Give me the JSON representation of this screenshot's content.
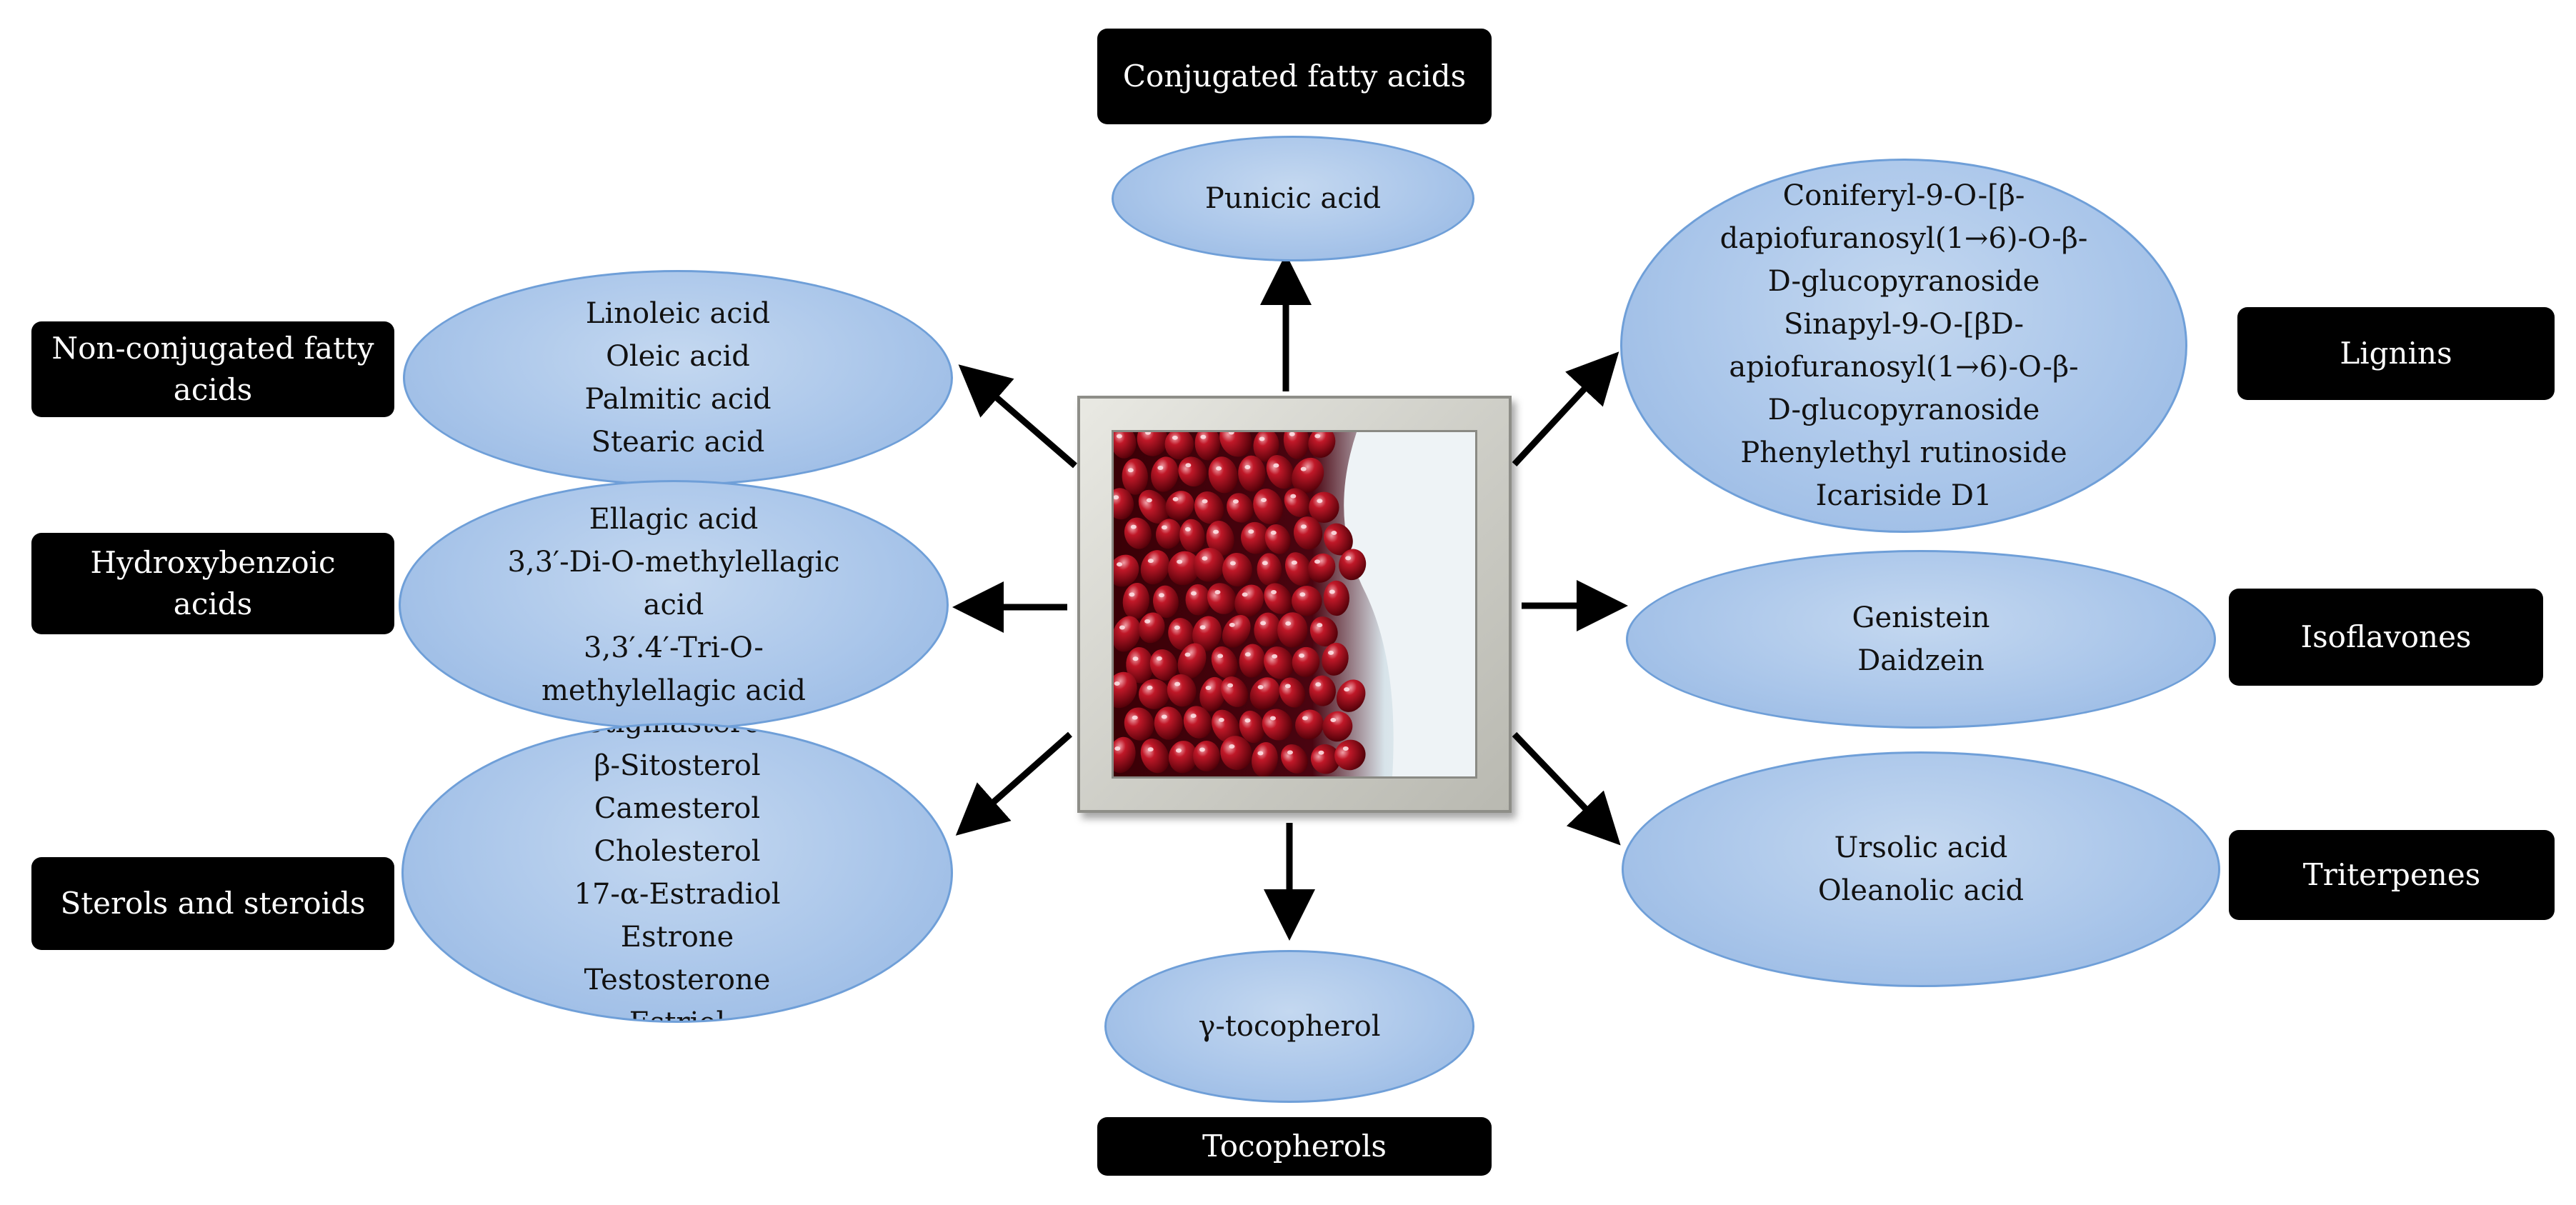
{
  "categories": {
    "conjugated": "Conjugated fatty acids",
    "nonconjugated": [
      "Non-conjugated fatty",
      "acids"
    ],
    "hydroxy": [
      "Hydroxybenzoic",
      "acids"
    ],
    "sterols": "Sterols and steroids",
    "lignins": "Lignins",
    "isoflavones": "Isoflavones",
    "triterpenes": "Triterpenes",
    "tocopherols": "Tocopherols"
  },
  "compounds": {
    "conjugated": [
      "Punicic acid"
    ],
    "nonconjugated": [
      "Linoleic acid",
      "Oleic acid",
      "Palmitic acid",
      "Stearic acid"
    ],
    "hydroxy": [
      "Ellagic acid",
      "3,3′-Di-O-methylellagic",
      "acid",
      "3,3′.4′-Tri-O-",
      "methylellagic acid"
    ],
    "sterols": [
      "Stigmasterol",
      "β-Sitosterol",
      "Camesterol",
      "Cholesterol",
      "17-α-Estradiol",
      "Estrone",
      "Testosterone",
      "Estriol"
    ],
    "lignins": [
      "Coniferyl-9-O-[β-",
      "dapiofuranosyl(1→6)-O-β-",
      "D-glucopyranoside",
      "Sinapyl-9-O-[βD-",
      "apiofuranosyl(1→6)-O-β-",
      "D-glucopyranoside",
      "Phenylethyl rutinoside",
      "Icariside D1"
    ],
    "isoflavones": [
      "Genistein",
      "Daidzein"
    ],
    "triterpenes": [
      "Ursolic acid",
      "Oleanolic acid"
    ],
    "tocopherols": [
      "γ-tocopherol"
    ]
  },
  "colors": {
    "label_bg": "#000000",
    "label_text": "#ffffff",
    "ellipse_fill": "#aac6ea",
    "ellipse_border": "#6f9fd8",
    "arrow": "#000000",
    "frame": "#cfcfc8",
    "seed_red": "#a0101e"
  },
  "center_image": "pomegranate-arils-photo"
}
